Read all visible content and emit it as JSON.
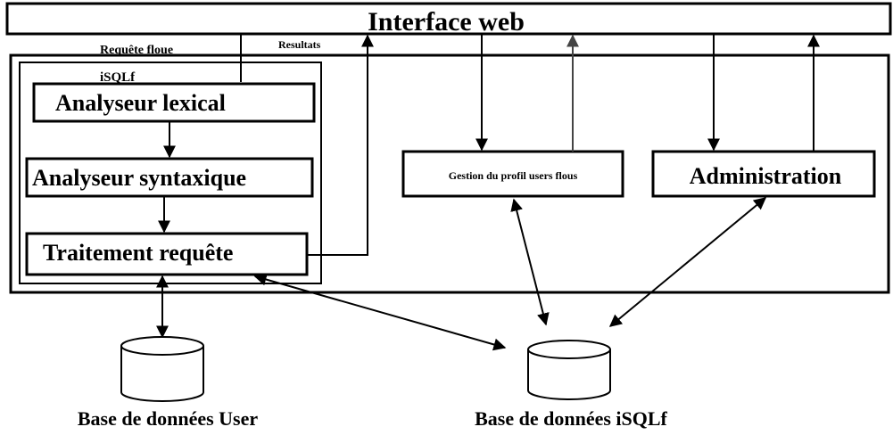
{
  "header": {
    "title": "Interface web"
  },
  "flows": {
    "request_label": "Requête floue",
    "result_label": "Resultats"
  },
  "isqlf_module": {
    "label": "iSQLf",
    "steps": [
      "Analyseur lexical",
      "Analyseur syntaxique",
      "Traitement requête"
    ]
  },
  "services": {
    "profile_manager": "Gestion du profil users flous",
    "administration": "Administration"
  },
  "databases": {
    "user_db": "Base de données User",
    "isqlf_db": "Base de données iSQLf"
  }
}
